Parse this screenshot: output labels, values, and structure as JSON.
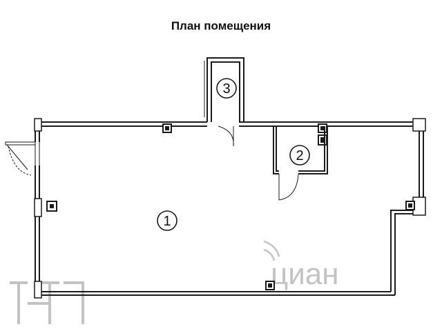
{
  "plan": {
    "title": "План помещения",
    "rooms": [
      {
        "number": "1"
      },
      {
        "number": "2"
      },
      {
        "number": "3"
      }
    ]
  },
  "watermark": {
    "text": "циан",
    "color": "#bdbdbd"
  },
  "colors": {
    "wall": "#1a1a1a",
    "background": "#ffffff"
  }
}
